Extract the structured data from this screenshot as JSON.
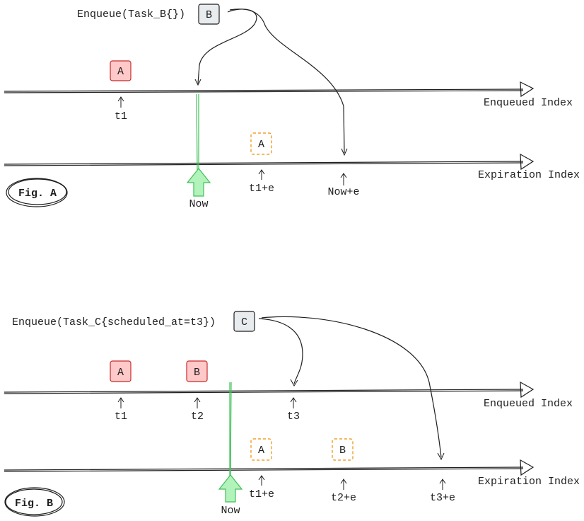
{
  "fig_a": {
    "enqueue_label": "Enqueue(Task_B{})",
    "incoming_box": "B",
    "enqueued_axis_label": "Enqueued Index",
    "expiration_axis_label": "Expiration Index",
    "enqueued_tasks": [
      {
        "label": "A",
        "tick": "t1"
      }
    ],
    "expiration_tasks": [
      {
        "label": "A",
        "tick": "t1+e"
      }
    ],
    "now_label": "Now",
    "now_plus_e_label": "Now+e",
    "fig_label": "Fig. A"
  },
  "fig_b": {
    "enqueue_label": "Enqueue(Task_C{scheduled_at=t3})",
    "incoming_box": "C",
    "enqueued_axis_label": "Enqueued Index",
    "expiration_axis_label": "Expiration Index",
    "enqueued_tasks": [
      {
        "label": "A",
        "tick": "t1"
      },
      {
        "label": "B",
        "tick": "t2"
      }
    ],
    "t3_label": "t3",
    "expiration_tasks": [
      {
        "label": "A",
        "tick": "t1+e"
      },
      {
        "label": "B",
        "tick": "t2+e"
      }
    ],
    "t3e_label": "t3+e",
    "now_label": "Now",
    "fig_label": "Fig. B"
  }
}
